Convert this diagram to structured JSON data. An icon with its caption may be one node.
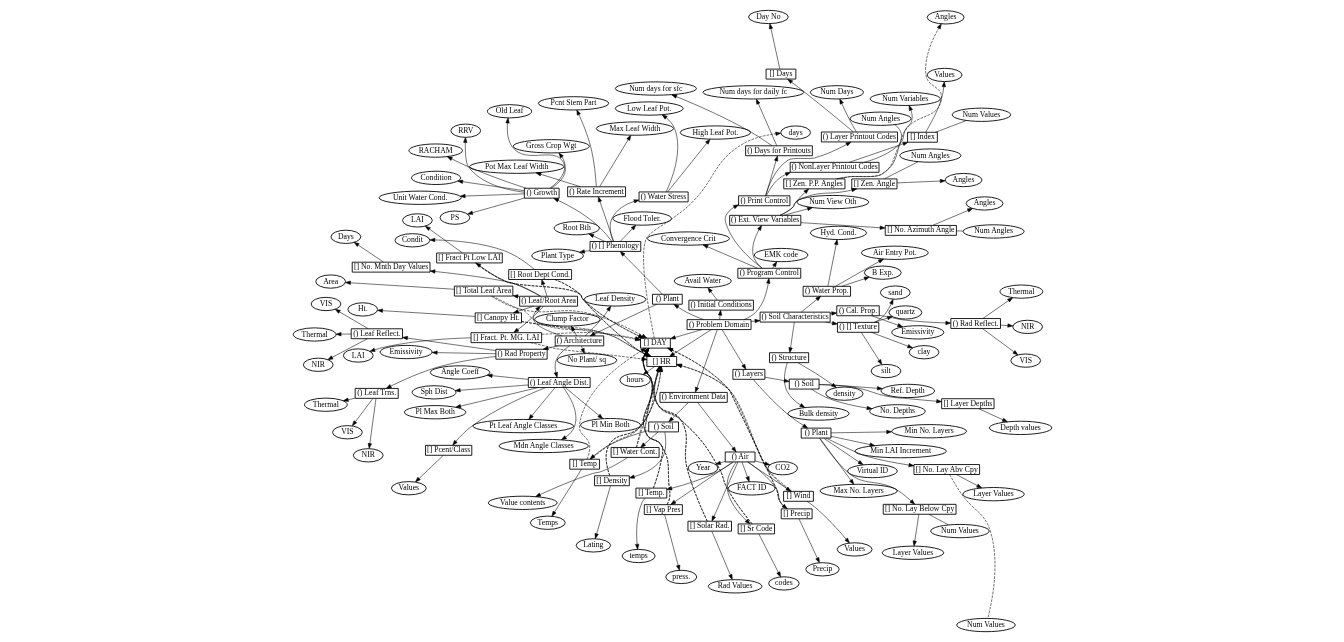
{
  "diagram": {
    "nodes": [
      {
        "text": [
          "() Problem Domain"
        ]
      },
      {
        "text": [
          "() Layers"
        ]
      },
      {
        "text": [
          "() Plant"
        ]
      },
      {
        "text": [
          "Virtual ID"
        ]
      },
      {
        "text": [
          "Min LAI Increment"
        ]
      },
      {
        "text": [
          "[] No. Lay Abv Cpy"
        ]
      },
      {
        "text": [
          "Num Values"
        ]
      },
      {
        "text": [
          "Layer Values"
        ]
      },
      {
        "text": [
          "[] No. Lay Below Cpy"
        ]
      },
      {
        "text": [
          "Num Values"
        ]
      },
      {
        "text": [
          "Layer Values"
        ]
      },
      {
        "text": [
          "Max No. Layers"
        ]
      },
      {
        "text": [
          "Min No. Layers"
        ]
      },
      {
        "text": [
          "() Soil"
        ]
      },
      {
        "text": [
          "Ref. Depth"
        ]
      },
      {
        "text": [
          "No. Depths"
        ]
      },
      {
        "text": [
          "[] Layer Depths"
        ]
      },
      {
        "text": [
          "Depth values"
        ]
      },
      {
        "text": [
          "() Soil Characteristics"
        ]
      },
      {
        "text": [
          "() Structure"
        ]
      },
      {
        "text": [
          "density"
        ]
      },
      {
        "text": [
          "Bulk density"
        ]
      },
      {
        "text": [
          "() Water Prop."
        ]
      },
      {
        "text": [
          "Air Entry Pot."
        ]
      },
      {
        "text": [
          "Hyd. Cond."
        ]
      },
      {
        "text": [
          "B Exp."
        ]
      },
      {
        "text": [
          "() [] Texture"
        ]
      },
      {
        "text": [
          "sand"
        ]
      },
      {
        "text": [
          "silt"
        ]
      },
      {
        "text": [
          "clay"
        ]
      },
      {
        "text": [
          "quartz"
        ]
      },
      {
        "text": [
          "() Cal. Prop."
        ]
      },
      {
        "text": [
          "Emissivity"
        ]
      },
      {
        "text": [
          "() Rad Reflect."
        ]
      },
      {
        "text": [
          "NIR"
        ]
      },
      {
        "text": [
          "VIS"
        ]
      },
      {
        "text": [
          "Thermal"
        ]
      },
      {
        "text": [
          "() Initial Conditions"
        ]
      },
      {
        "text": [
          "Avail Water"
        ]
      },
      {
        "text": [
          "() Plant"
        ]
      },
      {
        "text": [
          "() [] Phenology"
        ]
      },
      {
        "text": [
          "Root Bth"
        ]
      },
      {
        "text": [
          "() Water Stress"
        ]
      },
      {
        "text": [
          "Low Leaf Pot."
        ]
      },
      {
        "text": [
          "High Leaf Pot."
        ]
      },
      {
        "text": [
          "Plant Type"
        ]
      },
      {
        "text": [
          "Flood Toler."
        ]
      },
      {
        "text": [
          "() Rate Increment"
        ]
      },
      {
        "text": [
          "Pcnt Stem Part"
        ]
      },
      {
        "text": [
          "Max Leaf Width"
        ]
      },
      {
        "text": [
          "Pot Max Leaf Width"
        ]
      },
      {
        "text": [
          "() Growth"
        ]
      },
      {
        "text": [
          "RACHAM"
        ]
      },
      {
        "text": [
          "Condition"
        ]
      },
      {
        "text": [
          "RRV"
        ]
      },
      {
        "text": [
          "Gross Crop Wgt"
        ]
      },
      {
        "text": [
          "PS"
        ]
      },
      {
        "text": [
          "Unit Water Cond."
        ]
      },
      {
        "text": [
          "Old Leaf"
        ]
      },
      {
        "text": [
          "() Architecture"
        ]
      },
      {
        "text": [
          "Clump Factor"
        ]
      },
      {
        "text": [
          "Leaf Density"
        ]
      },
      {
        "text": [
          "No Plant/ sq"
        ]
      },
      {
        "text": [
          "() Rad Property"
        ]
      },
      {
        "text": [
          "Emissivity"
        ]
      },
      {
        "text": [
          "() Leaf Trns."
        ]
      },
      {
        "text": [
          "VIS"
        ]
      },
      {
        "text": [
          "NIR"
        ]
      },
      {
        "text": [
          "Thermal"
        ]
      },
      {
        "text": [
          "() Leaf Reflect."
        ]
      },
      {
        "text": [
          "NIR"
        ]
      },
      {
        "text": [
          "VIS"
        ]
      },
      {
        "text": [
          "Thermal"
        ]
      },
      {
        "text": [
          "() Leaf Angle Dist."
        ]
      },
      {
        "text": [
          "Pt Leaf Angle Classes"
        ]
      },
      {
        "text": [
          "Mdn Angle Classes"
        ]
      },
      {
        "text": [
          "[] Pcent/Class"
        ]
      },
      {
        "text": [
          "Values"
        ]
      },
      {
        "text": [
          "Sph Dist"
        ]
      },
      {
        "text": [
          "Pl Min Both"
        ]
      },
      {
        "text": [
          "Angle Coeff"
        ]
      },
      {
        "text": [
          "Pl Max Both"
        ]
      },
      {
        "text": [
          "() Program Control"
        ]
      },
      {
        "text": [
          "EMK code"
        ]
      },
      {
        "text": [
          "Convergence Crit"
        ]
      },
      {
        "text": [
          "() Print Control"
        ]
      },
      {
        "text": [
          "() Days for Printouts"
        ]
      },
      {
        "text": [
          "Num days for sfc"
        ]
      },
      {
        "text": [
          "Num days for daily fc"
        ]
      },
      {
        "text": [
          "() Layer Printout Codes"
        ]
      },
      {
        "text": [
          "Num Days"
        ]
      },
      {
        "text": [
          "[] Days"
        ]
      },
      {
        "text": [
          "Day No"
        ]
      },
      {
        "text": [
          "() NonLayer Printout Codes"
        ]
      },
      {
        "text": [
          "Num Variables"
        ]
      },
      {
        "text": [
          "[] Index"
        ]
      },
      {
        "text": [
          "Num Values"
        ]
      },
      {
        "text": [
          "Values"
        ]
      },
      {
        "text": [
          "() Ext. View Variables"
        ]
      },
      {
        "text": [
          "Num View Oth"
        ]
      },
      {
        "text": [
          "[] Zen. P.P. Angles"
        ]
      },
      {
        "text": [
          "Angles"
        ]
      },
      {
        "text": [
          "Num Angles"
        ]
      },
      {
        "text": [
          "[] Zen. Angle"
        ]
      },
      {
        "text": [
          "Num Angles"
        ]
      },
      {
        "text": [
          "Angles"
        ]
      },
      {
        "text": [
          "[] No. Azimuth Angle"
        ]
      },
      {
        "text": [
          "Num Angles"
        ]
      },
      {
        "text": [
          "Angles"
        ]
      },
      {
        "text": [
          "() Environment Data"
        ]
      },
      {
        "text": [
          "() Soil"
        ]
      },
      {
        "text": [
          "[] Water Cont."
        ]
      },
      {
        "text": [
          "Value contents"
        ]
      },
      {
        "text": [
          "[] Density"
        ]
      },
      {
        "text": [
          "Lating"
        ]
      },
      {
        "text": [
          "[] Temp"
        ]
      },
      {
        "text": [
          "Temps"
        ]
      },
      {
        "text": [
          "() Air"
        ]
      },
      {
        "text": [
          "FACT ID"
        ]
      },
      {
        "text": [
          "CO2"
        ]
      },
      {
        "text": [
          "Year"
        ]
      },
      {
        "text": [
          "[] Vap Pres"
        ]
      },
      {
        "text": [
          "press."
        ]
      },
      {
        "text": [
          "[] Sr Code"
        ]
      },
      {
        "text": [
          "codes"
        ]
      },
      {
        "text": [
          "[] Temp."
        ]
      },
      {
        "text": [
          "temps"
        ]
      },
      {
        "text": [
          "[] Precip"
        ]
      },
      {
        "text": [
          "Precip"
        ]
      },
      {
        "text": [
          "[] Wind"
        ]
      },
      {
        "text": [
          "Values"
        ]
      },
      {
        "text": [
          "[] Solar Rad."
        ]
      },
      {
        "text": [
          "Rad Values"
        ]
      },
      {
        "text": [
          "[] DAY"
        ]
      },
      {
        "text": [
          "days"
        ]
      },
      {
        "text": [
          "[] HR"
        ]
      },
      {
        "text": [
          "hours"
        ]
      },
      {
        "text": [
          "() Leaf/Root Area"
        ]
      },
      {
        "text": [
          "[] Canopy Ht."
        ]
      },
      {
        "text": [
          "Ht."
        ]
      },
      {
        "text": [
          "[] Fract. Pt. MG. LAI"
        ]
      },
      {
        "text": [
          "LAI"
        ]
      },
      {
        "text": [
          "[] Total Leaf Area"
        ]
      },
      {
        "text": [
          "Area"
        ]
      },
      {
        "text": [
          "[] Fract Pt Low LAI"
        ]
      },
      {
        "text": [
          "LAI"
        ]
      },
      {
        "text": [
          "[] Root Dept Cond."
        ]
      },
      {
        "text": [
          "Condit"
        ]
      },
      {
        "text": [
          "[] No. Mnth Day Values"
        ]
      },
      {
        "text": [
          "Days"
        ]
      }
    ],
    "edges": [
      {
        "from": 0,
        "to": 1,
        "arrow": "to"
      },
      {
        "from": 1,
        "to": 2,
        "arrow": "to"
      },
      {
        "from": 2,
        "to": 3,
        "arrow": "to"
      },
      {
        "from": 2,
        "to": 4,
        "arrow": "to"
      },
      {
        "from": 2,
        "to": 5,
        "arrow": "to"
      },
      {
        "from": 2,
        "to": 8,
        "arrow": "to"
      },
      {
        "from": 2,
        "to": 11,
        "arrow": "to"
      },
      {
        "from": 2,
        "to": 12,
        "arrow": "to"
      },
      {
        "from": 5,
        "to": 6,
        "arrow": "none",
        "style": "dashed"
      },
      {
        "from": 5,
        "to": 7,
        "arrow": "to"
      },
      {
        "from": 8,
        "to": 9,
        "arrow": "none"
      },
      {
        "from": 8,
        "to": 10,
        "arrow": "to"
      },
      {
        "from": 1,
        "to": 13,
        "arrow": "to"
      },
      {
        "from": 13,
        "to": 14,
        "arrow": "to"
      },
      {
        "from": 13,
        "to": 15,
        "arrow": "to"
      },
      {
        "from": 13,
        "to": 16,
        "arrow": "to"
      },
      {
        "from": 16,
        "to": 17,
        "arrow": "to"
      },
      {
        "from": 0,
        "to": 18,
        "arrow": "to"
      },
      {
        "from": 18,
        "to": 19,
        "arrow": "to"
      },
      {
        "from": 19,
        "to": 20,
        "arrow": "to"
      },
      {
        "from": 19,
        "to": 21,
        "arrow": "to"
      },
      {
        "from": 18,
        "to": 22,
        "arrow": "to"
      },
      {
        "from": 22,
        "to": 23,
        "arrow": "to"
      },
      {
        "from": 22,
        "to": 24,
        "arrow": "to"
      },
      {
        "from": 22,
        "to": 25,
        "arrow": "to"
      },
      {
        "from": 18,
        "to": 26,
        "arrow": "to"
      },
      {
        "from": 26,
        "to": 27,
        "arrow": "to"
      },
      {
        "from": 26,
        "to": 28,
        "arrow": "to"
      },
      {
        "from": 26,
        "to": 29,
        "arrow": "to"
      },
      {
        "from": 26,
        "to": 30,
        "arrow": "to"
      },
      {
        "from": 18,
        "to": 31,
        "arrow": "to"
      },
      {
        "from": 31,
        "to": 32,
        "arrow": "to"
      },
      {
        "from": 31,
        "to": 33,
        "arrow": "to"
      },
      {
        "from": 33,
        "to": 34,
        "arrow": "to"
      },
      {
        "from": 33,
        "to": 35,
        "arrow": "to"
      },
      {
        "from": 33,
        "to": 36,
        "arrow": "to"
      },
      {
        "from": 0,
        "to": 37,
        "arrow": "to"
      },
      {
        "from": 37,
        "to": 38,
        "arrow": "to"
      },
      {
        "from": 0,
        "to": 39,
        "arrow": "to"
      },
      {
        "from": 39,
        "to": 40,
        "arrow": "to"
      },
      {
        "from": 40,
        "to": 41,
        "arrow": "to"
      },
      {
        "from": 40,
        "to": 42,
        "arrow": "to"
      },
      {
        "from": 42,
        "to": 43,
        "arrow": "to"
      },
      {
        "from": 42,
        "to": 44,
        "arrow": "to"
      },
      {
        "from": 40,
        "to": 45,
        "arrow": "to"
      },
      {
        "from": 40,
        "to": 46,
        "arrow": "to"
      },
      {
        "from": 40,
        "to": 47,
        "arrow": "to"
      },
      {
        "from": 47,
        "to": 48,
        "arrow": "to"
      },
      {
        "from": 47,
        "to": 49,
        "arrow": "to"
      },
      {
        "from": 47,
        "to": 50,
        "arrow": "to"
      },
      {
        "from": 40,
        "to": 51,
        "arrow": "to"
      },
      {
        "from": 51,
        "to": 52,
        "arrow": "to"
      },
      {
        "from": 51,
        "to": 53,
        "arrow": "to"
      },
      {
        "from": 51,
        "to": 54,
        "arrow": "to"
      },
      {
        "from": 51,
        "to": 55,
        "arrow": "to"
      },
      {
        "from": 51,
        "to": 56,
        "arrow": "to"
      },
      {
        "from": 51,
        "to": 57,
        "arrow": "to"
      },
      {
        "from": 51,
        "to": 58,
        "arrow": "to"
      },
      {
        "from": 39,
        "to": 59,
        "arrow": "to"
      },
      {
        "from": 59,
        "to": 60,
        "arrow": "to"
      },
      {
        "from": 59,
        "to": 61,
        "arrow": "to"
      },
      {
        "from": 59,
        "to": 62,
        "arrow": "to"
      },
      {
        "from": 59,
        "to": 63,
        "arrow": "to"
      },
      {
        "from": 63,
        "to": 64,
        "arrow": "to"
      },
      {
        "from": 63,
        "to": 65,
        "arrow": "to"
      },
      {
        "from": 65,
        "to": 66,
        "arrow": "to"
      },
      {
        "from": 65,
        "to": 67,
        "arrow": "to"
      },
      {
        "from": 65,
        "to": 68,
        "arrow": "to"
      },
      {
        "from": 63,
        "to": 69,
        "arrow": "to"
      },
      {
        "from": 69,
        "to": 70,
        "arrow": "to"
      },
      {
        "from": 69,
        "to": 71,
        "arrow": "to"
      },
      {
        "from": 69,
        "to": 72,
        "arrow": "to"
      },
      {
        "from": 59,
        "to": 73,
        "arrow": "to"
      },
      {
        "from": 73,
        "to": 74,
        "arrow": "to"
      },
      {
        "from": 73,
        "to": 75,
        "arrow": "to"
      },
      {
        "from": 73,
        "to": 76,
        "arrow": "to"
      },
      {
        "from": 76,
        "to": 77,
        "arrow": "to"
      },
      {
        "from": 73,
        "to": 78,
        "arrow": "to"
      },
      {
        "from": 73,
        "to": 79,
        "arrow": "to"
      },
      {
        "from": 73,
        "to": 80,
        "arrow": "to"
      },
      {
        "from": 73,
        "to": 81,
        "arrow": "to"
      },
      {
        "from": 59,
        "to": 137,
        "arrow": "to"
      },
      {
        "from": 0,
        "to": 82,
        "arrow": "to"
      },
      {
        "from": 82,
        "to": 83,
        "arrow": "to"
      },
      {
        "from": 82,
        "to": 84,
        "arrow": "to"
      },
      {
        "from": 82,
        "to": 85,
        "arrow": "to"
      },
      {
        "from": 85,
        "to": 86,
        "arrow": "to"
      },
      {
        "from": 86,
        "to": 87,
        "arrow": "to"
      },
      {
        "from": 86,
        "to": 88,
        "arrow": "to"
      },
      {
        "from": 85,
        "to": 89,
        "arrow": "to"
      },
      {
        "from": 89,
        "to": 90,
        "arrow": "to"
      },
      {
        "from": 89,
        "to": 91,
        "arrow": "to"
      },
      {
        "from": 91,
        "to": 92,
        "arrow": "to"
      },
      {
        "from": 85,
        "to": 93,
        "arrow": "to"
      },
      {
        "from": 93,
        "to": 94,
        "arrow": "to"
      },
      {
        "from": 93,
        "to": 95,
        "arrow": "to"
      },
      {
        "from": 95,
        "to": 96,
        "arrow": "none"
      },
      {
        "from": 95,
        "to": 97,
        "arrow": "to"
      },
      {
        "from": 82,
        "to": 98,
        "arrow": "to"
      },
      {
        "from": 98,
        "to": 99,
        "arrow": "to"
      },
      {
        "from": 98,
        "to": 100,
        "arrow": "to"
      },
      {
        "from": 100,
        "to": 101,
        "arrow": "to",
        "style": "dashed"
      },
      {
        "from": 100,
        "to": 102,
        "arrow": "none"
      },
      {
        "from": 98,
        "to": 103,
        "arrow": "to"
      },
      {
        "from": 103,
        "to": 104,
        "arrow": "none"
      },
      {
        "from": 103,
        "to": 105,
        "arrow": "to"
      },
      {
        "from": 98,
        "to": 106,
        "arrow": "to"
      },
      {
        "from": 106,
        "to": 107,
        "arrow": "none"
      },
      {
        "from": 106,
        "to": 108,
        "arrow": "to"
      },
      {
        "from": 0,
        "to": 109,
        "arrow": "to"
      },
      {
        "from": 109,
        "to": 110,
        "arrow": "to"
      },
      {
        "from": 110,
        "to": 111,
        "arrow": "to"
      },
      {
        "from": 111,
        "to": 112,
        "arrow": "to"
      },
      {
        "from": 110,
        "to": 113,
        "arrow": "to"
      },
      {
        "from": 113,
        "to": 114,
        "arrow": "to"
      },
      {
        "from": 110,
        "to": 115,
        "arrow": "to"
      },
      {
        "from": 115,
        "to": 116,
        "arrow": "to"
      },
      {
        "from": 109,
        "to": 117,
        "arrow": "to"
      },
      {
        "from": 117,
        "to": 118,
        "arrow": "to"
      },
      {
        "from": 117,
        "to": 119,
        "arrow": "to"
      },
      {
        "from": 117,
        "to": 120,
        "arrow": "to"
      },
      {
        "from": 117,
        "to": 121,
        "arrow": "to"
      },
      {
        "from": 121,
        "to": 122,
        "arrow": "to"
      },
      {
        "from": 117,
        "to": 123,
        "arrow": "to"
      },
      {
        "from": 123,
        "to": 124,
        "arrow": "to"
      },
      {
        "from": 117,
        "to": 125,
        "arrow": "to"
      },
      {
        "from": 125,
        "to": 126,
        "arrow": "to"
      },
      {
        "from": 117,
        "to": 127,
        "arrow": "to"
      },
      {
        "from": 127,
        "to": 128,
        "arrow": "to"
      },
      {
        "from": 117,
        "to": 129,
        "arrow": "to"
      },
      {
        "from": 129,
        "to": 130,
        "arrow": "to"
      },
      {
        "from": 117,
        "to": 131,
        "arrow": "to"
      },
      {
        "from": 131,
        "to": 132,
        "arrow": "to"
      },
      {
        "from": 0,
        "to": 133,
        "arrow": "to"
      },
      {
        "from": 133,
        "to": 134,
        "arrow": "to",
        "style": "dashed"
      },
      {
        "from": 0,
        "to": 135,
        "arrow": "to"
      },
      {
        "from": 135,
        "to": 136,
        "arrow": "to"
      },
      {
        "from": 137,
        "to": 138,
        "arrow": "to"
      },
      {
        "from": 138,
        "to": 139,
        "arrow": "to"
      },
      {
        "from": 137,
        "to": 140,
        "arrow": "to"
      },
      {
        "from": 140,
        "to": 141,
        "arrow": "to"
      },
      {
        "from": 137,
        "to": 142,
        "arrow": "to"
      },
      {
        "from": 142,
        "to": 143,
        "arrow": "to"
      },
      {
        "from": 137,
        "to": 144,
        "arrow": "to"
      },
      {
        "from": 144,
        "to": 145,
        "arrow": "to"
      },
      {
        "from": 137,
        "to": 146,
        "arrow": "to"
      },
      {
        "from": 146,
        "to": 147,
        "arrow": "to"
      },
      {
        "from": 137,
        "to": 148,
        "arrow": "to"
      },
      {
        "from": 148,
        "to": 149,
        "arrow": "to"
      },
      {
        "from": 111,
        "to": 133,
        "arrow": "to",
        "style": "dashed"
      },
      {
        "from": 113,
        "to": 133,
        "arrow": "to",
        "style": "dashed"
      },
      {
        "from": 115,
        "to": 133,
        "arrow": "to",
        "style": "dashed"
      },
      {
        "from": 121,
        "to": 133,
        "arrow": "to",
        "style": "dashed"
      },
      {
        "from": 123,
        "to": 133,
        "arrow": "to",
        "style": "dashed"
      },
      {
        "from": 125,
        "to": 133,
        "arrow": "to",
        "style": "dashed"
      },
      {
        "from": 127,
        "to": 133,
        "arrow": "to",
        "style": "dashed"
      },
      {
        "from": 129,
        "to": 133,
        "arrow": "to",
        "style": "dashed"
      },
      {
        "from": 131,
        "to": 133,
        "arrow": "to",
        "style": "dashed"
      },
      {
        "from": 138,
        "to": 133,
        "arrow": "to",
        "style": "dashed"
      },
      {
        "from": 140,
        "to": 133,
        "arrow": "to",
        "style": "dashed"
      },
      {
        "from": 142,
        "to": 133,
        "arrow": "to",
        "style": "dashed"
      },
      {
        "from": 144,
        "to": 133,
        "arrow": "to",
        "style": "dashed"
      },
      {
        "from": 146,
        "to": 133,
        "arrow": "to",
        "style": "dashed"
      },
      {
        "from": 111,
        "to": 135,
        "arrow": "to",
        "style": "dashed"
      },
      {
        "from": 113,
        "to": 135,
        "arrow": "to",
        "style": "dashed"
      },
      {
        "from": 115,
        "to": 135,
        "arrow": "to",
        "style": "dashed"
      },
      {
        "from": 121,
        "to": 135,
        "arrow": "to",
        "style": "dashed"
      },
      {
        "from": 123,
        "to": 135,
        "arrow": "to",
        "style": "dashed"
      },
      {
        "from": 125,
        "to": 135,
        "arrow": "to",
        "style": "dashed"
      },
      {
        "from": 127,
        "to": 135,
        "arrow": "to",
        "style": "dashed"
      },
      {
        "from": 129,
        "to": 135,
        "arrow": "to",
        "style": "dashed"
      },
      {
        "from": 131,
        "to": 135,
        "arrow": "to",
        "style": "dashed"
      },
      {
        "from": 138,
        "to": 135,
        "arrow": "to",
        "style": "dashed"
      },
      {
        "from": 140,
        "to": 135,
        "arrow": "to",
        "style": "dashed"
      },
      {
        "from": 142,
        "to": 135,
        "arrow": "to",
        "style": "dashed"
      },
      {
        "from": 144,
        "to": 135,
        "arrow": "to",
        "style": "dashed"
      },
      {
        "from": 146,
        "to": 135,
        "arrow": "to",
        "style": "dashed"
      }
    ]
  }
}
